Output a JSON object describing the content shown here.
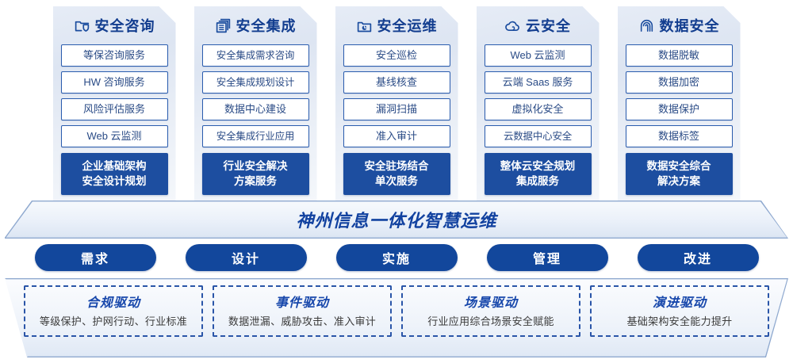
{
  "columns": [
    {
      "icon": "folder-shield-icon",
      "title": "安全咨询",
      "items": [
        "等保咨询服务",
        "HW 咨询服务",
        "风险评估服务",
        "Web 云监测"
      ],
      "summary_line1": "企业基础架构",
      "summary_line2": "安全设计规划"
    },
    {
      "icon": "stacked-servers-icon",
      "title": "安全集成",
      "items": [
        "安全集成需求咨询",
        "安全集成规划设计",
        "数据中心建设",
        "安全集成行业应用"
      ],
      "summary_line1": "行业安全解决",
      "summary_line2": "方案服务"
    },
    {
      "icon": "folder-chart-icon",
      "title": "安全运维",
      "items": [
        "安全巡检",
        "基线核查",
        "漏洞扫描",
        "准入审计"
      ],
      "summary_line1": "安全驻场结合",
      "summary_line2": "单次服务"
    },
    {
      "icon": "cloud-icon",
      "title": "云安全",
      "items": [
        "Web 云监测",
        "云端 Saas 服务",
        "虚拟化安全",
        "云数据中心安全"
      ],
      "summary_line1": "整体云安全规划",
      "summary_line2": "集成服务"
    },
    {
      "icon": "fingerprint-icon",
      "title": "数据安全",
      "items": [
        "数据脱敏",
        "数据加密",
        "数据保护",
        "数据标签"
      ],
      "summary_line1": "数据安全综合",
      "summary_line2": "解决方案"
    }
  ],
  "banner": {
    "title": "神州信息一体化智慧运维"
  },
  "pills": [
    {
      "label": "需求"
    },
    {
      "label": "设计"
    },
    {
      "label": "实施"
    },
    {
      "label": "管理"
    },
    {
      "label": "改进"
    }
  ],
  "drivers": [
    {
      "title": "合规驱动",
      "desc": "等级保护、护网行动、行业标准"
    },
    {
      "title": "事件驱动",
      "desc": "数据泄漏、威胁攻击、准入审计"
    },
    {
      "title": "场景驱动",
      "desc": "行业应用综合场景安全赋能"
    },
    {
      "title": "演进驱动",
      "desc": "基础架构安全能力提升"
    }
  ],
  "colors": {
    "primary_blue": "#12479c",
    "deep_blue": "#1d4ea0",
    "text_blue": "#2a4b86",
    "title_blue": "#123d8f",
    "card_bg_top": "#e6ecf6",
    "border_blue": "#2a5cae",
    "dashed_border": "#2a55a8"
  }
}
